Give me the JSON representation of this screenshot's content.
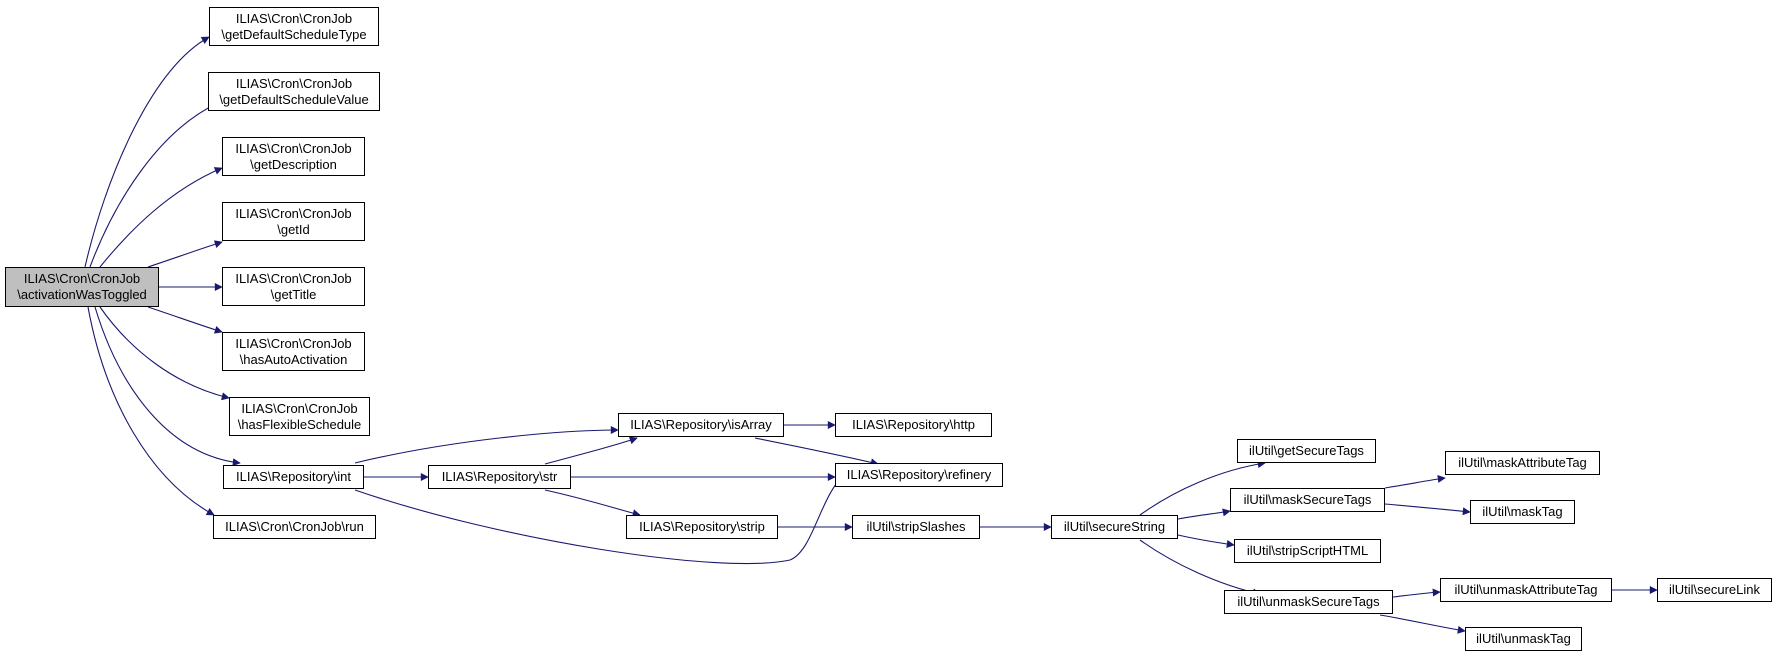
{
  "colors": {
    "edge": "#191970",
    "root_fill": "#bfbfbf",
    "node_fill": "#ffffff",
    "border": "#000000"
  },
  "nodes": {
    "root": [
      "ILIAS\\Cron\\CronJob",
      "\\activationWasToggled"
    ],
    "get_default_schedule_type": [
      "ILIAS\\Cron\\CronJob",
      "\\getDefaultScheduleType"
    ],
    "get_default_schedule_value": [
      "ILIAS\\Cron\\CronJob",
      "\\getDefaultScheduleValue"
    ],
    "get_description": [
      "ILIAS\\Cron\\CronJob",
      "\\getDescription"
    ],
    "get_id": [
      "ILIAS\\Cron\\CronJob",
      "\\getId"
    ],
    "get_title": [
      "ILIAS\\Cron\\CronJob",
      "\\getTitle"
    ],
    "has_auto_activation": [
      "ILIAS\\Cron\\CronJob",
      "\\hasAutoActivation"
    ],
    "has_flexible_schedule": [
      "ILIAS\\Cron\\CronJob",
      "\\hasFlexibleSchedule"
    ],
    "repo_int": [
      "ILIAS\\Repository\\int"
    ],
    "cron_run": [
      "ILIAS\\Cron\\CronJob\\run"
    ],
    "repo_str": [
      "ILIAS\\Repository\\str"
    ],
    "repo_is_array": [
      "ILIAS\\Repository\\isArray"
    ],
    "repo_strip": [
      "ILIAS\\Repository\\strip"
    ],
    "repo_http": [
      "ILIAS\\Repository\\http"
    ],
    "repo_refinery": [
      "ILIAS\\Repository\\refinery"
    ],
    "il_strip_slashes": [
      "ilUtil\\stripSlashes"
    ],
    "il_secure_string": [
      "ilUtil\\secureString"
    ],
    "il_get_secure_tags": [
      "ilUtil\\getSecureTags"
    ],
    "il_mask_secure_tags": [
      "ilUtil\\maskSecureTags"
    ],
    "il_strip_script_html": [
      "ilUtil\\stripScriptHTML"
    ],
    "il_unmask_secure_tags": [
      "ilUtil\\unmaskSecureTags"
    ],
    "il_mask_attribute_tag": [
      "ilUtil\\maskAttributeTag"
    ],
    "il_mask_tag": [
      "ilUtil\\maskTag"
    ],
    "il_unmask_attribute_tag": [
      "ilUtil\\unmaskAttributeTag"
    ],
    "il_unmask_tag": [
      "ilUtil\\unmaskTag"
    ],
    "il_secure_link": [
      "ilUtil\\secureLink"
    ]
  }
}
